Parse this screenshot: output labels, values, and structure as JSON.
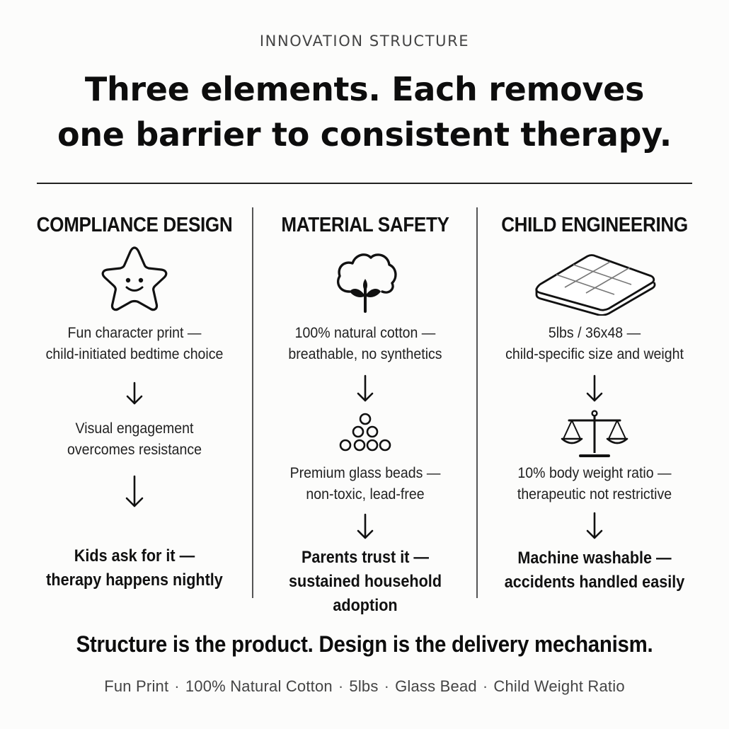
{
  "header": {
    "eyebrow": "INNOVATION STRUCTURE",
    "headline_line1": "Three elements. Each removes",
    "headline_line2": "one barrier to consistent therapy."
  },
  "columns": [
    {
      "title": "COMPLIANCE DESIGN",
      "icon": "smiling-star-icon",
      "step1": [
        "Fun character print —",
        "child-initiated bedtime choice"
      ],
      "middle_icon": "",
      "step2": [
        "Visual engagement",
        "overcomes resistance"
      ],
      "final": [
        "Kids ask for it —",
        "therapy happens nightly"
      ]
    },
    {
      "title": "MATERIAL SAFETY",
      "icon": "cotton-boll-icon",
      "step1": [
        "100% natural cotton —",
        "breathable, no synthetics"
      ],
      "middle_icon": "glass-beads-icon",
      "step2": [
        "Premium glass beads —",
        "non-toxic, lead-free"
      ],
      "final": [
        "Parents trust it —",
        "sustained household adoption"
      ]
    },
    {
      "title": "CHILD ENGINEERING",
      "icon": "quilted-blanket-icon",
      "step1": [
        "5lbs / 36x48 —",
        "child-specific size and weight"
      ],
      "middle_icon": "balance-scale-icon",
      "step2": [
        "10% body weight ratio —",
        "therapeutic not restrictive"
      ],
      "final": [
        "Machine washable —",
        "accidents handled easily"
      ]
    }
  ],
  "tagline": "Structure is the product. Design is the delivery mechanism.",
  "footer_items": [
    "Fun Print",
    "100% Natural Cotton",
    "5lbs",
    "Glass Bead",
    "Child Weight Ratio"
  ],
  "footer_separator": "·",
  "colors": {
    "ink": "#111111",
    "muted": "#444444",
    "background": "#fcfcfb"
  }
}
